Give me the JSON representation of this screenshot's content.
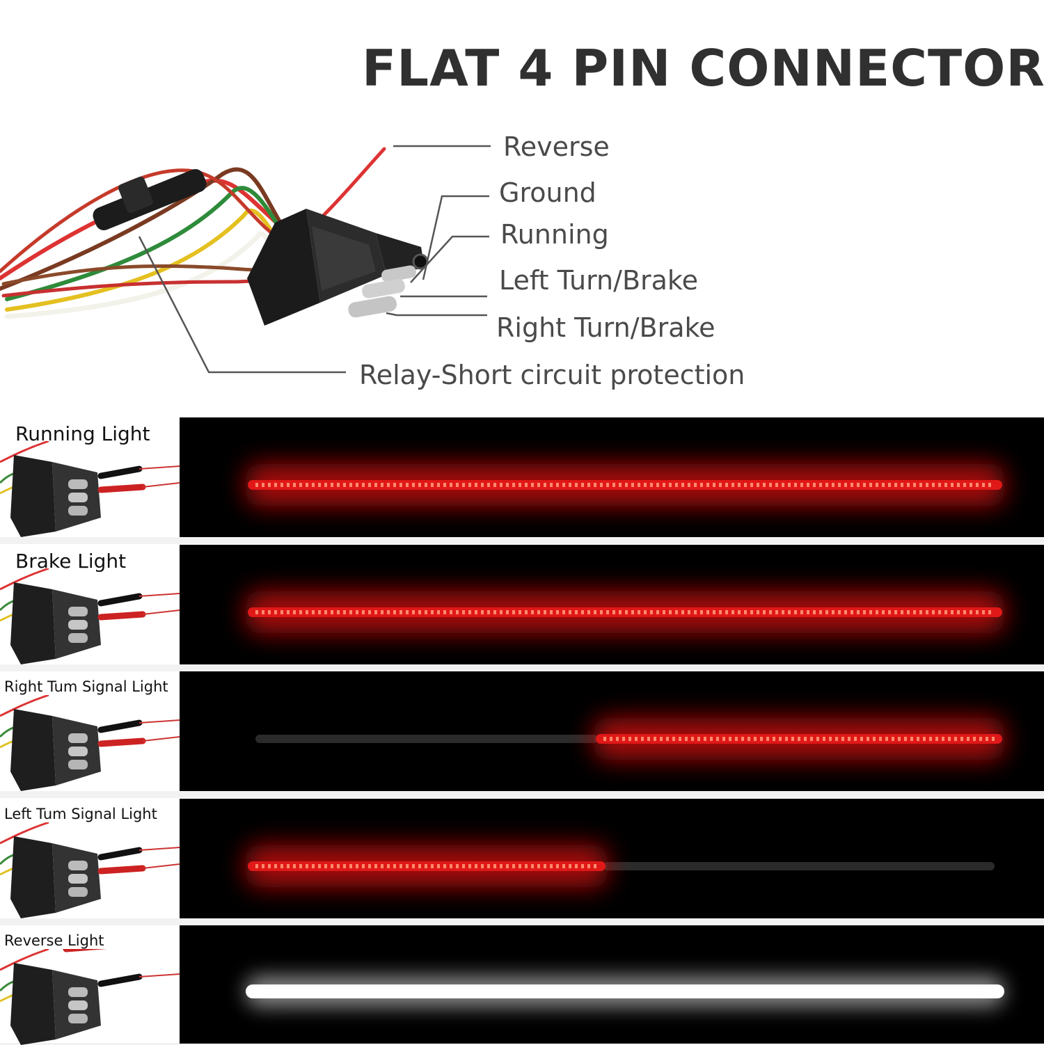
{
  "title": "FLAT 4 PIN CONNECTOR",
  "labels": {
    "reverse": "Reverse",
    "ground": "Ground",
    "running": "Running",
    "left_turn_brake": "Left Turn/Brake",
    "right_turn_brake": "Right Turn/Brake",
    "relay": "Relay-Short circuit protection"
  },
  "rows": [
    {
      "title": "Running Light",
      "lit": "full",
      "color": "#ff2020"
    },
    {
      "title": "Brake Light",
      "lit": "full",
      "color": "#ff2020"
    },
    {
      "title": "Right Tum Signal Light",
      "lit": "right-half",
      "color": "#ff2020"
    },
    {
      "title": "Left Tum Signal Light",
      "lit": "left-half",
      "color": "#ff2020"
    },
    {
      "title": "Reverse Light",
      "lit": "full",
      "color": "#ffffff"
    }
  ],
  "colors": {
    "title": "#303030",
    "label": "#4a4a4a",
    "red_led": "#ff2020",
    "white_led": "#ffffff",
    "panel_bg": "#000000"
  }
}
